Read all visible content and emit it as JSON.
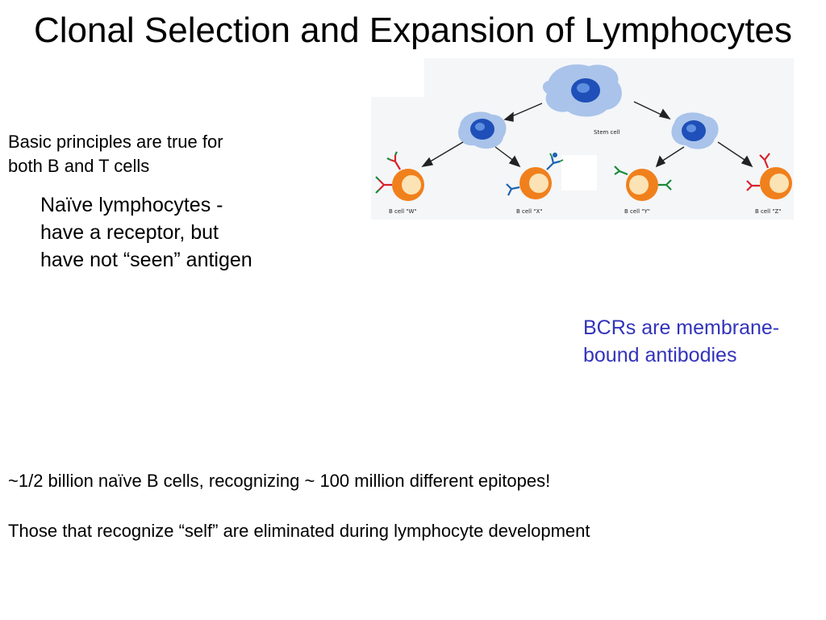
{
  "slide": {
    "title": "Clonal Selection and Expansion of Lymphocytes",
    "principles": [
      "Basic principles are true for",
      "both B and T cells"
    ],
    "naive": [
      "Naïve lymphocytes -",
      "have a receptor, but",
      "have not “seen” antigen"
    ],
    "bcr_note": [
      "BCRs are membrane-",
      "bound antibodies"
    ],
    "fact_epitopes": "~1/2 billion naïve B cells, recognizing ~ 100 million different epitopes!",
    "fact_self": "Those that recognize “self” are eliminated during lymphocyte development"
  },
  "figure": {
    "stem_label": "Stem cell",
    "cell_labels": [
      "B cell \"W\"",
      "B cell \"X\"",
      "B cell \"Y\"",
      "B cell \"Z\""
    ],
    "colors": {
      "progenitor_cytoplasm": "#a9c3ea",
      "progenitor_nucleus": "#1f4fb8",
      "bcell_outer": "#f0801c",
      "bcell_inner": "#fbe3b5",
      "receptor_red": "#d8232a",
      "receptor_green": "#1a8a3a",
      "receptor_blue": "#1b63b0",
      "title_text": "#000000",
      "note_text": "#3333bb"
    }
  }
}
